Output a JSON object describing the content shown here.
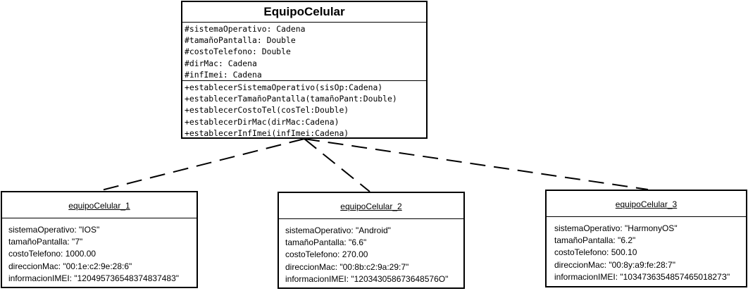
{
  "class": {
    "name": "EquipoCelular",
    "attributes": [
      "#sistemaOperativo: Cadena",
      "#tamañoPantalla: Double",
      "#costoTelefono: Double",
      "#dirMac: Cadena",
      "#infImei: Cadena"
    ],
    "methods": [
      "+establecerSistemaOperativo(sisOp:Cadena)",
      "+establecerTamañoPantalla(tamañoPant:Double)",
      "+establecerCostoTel(cosTel:Double)",
      "+establecerDirMac(dirMac:Cadena)",
      "+establecerInfImei(infImei:Cadena)"
    ]
  },
  "objects": [
    {
      "name": "equipoCelular_1",
      "fields": [
        "sistemaOperativo: \"IOS\"",
        "tamañoPantalla: \"7\"",
        "costoTelefono: 1000.00",
        "direccionMac: \"00:1e:c2:9e:28:6\"",
        "informacionIMEI: \"120495736548374837483\""
      ]
    },
    {
      "name": "equipoCelular_2",
      "fields": [
        "sistemaOperativo: \"Android\"",
        "tamañoPantalla: \"6.6\"",
        "costoTelefono: 270.00",
        "direccionMac: \"00:8b:c2:9a:29:7\"",
        "informacionIMEI: \"120343058673648576O\""
      ]
    },
    {
      "name": "equipoCelular_3",
      "fields": [
        "sistemaOperativo: \"HarmonyOS\"",
        "tamañoPantalla: \"6.2\"",
        "costoTelefono: 500.10",
        "direccionMac: \"00:8y:a9:fe:28:7\"",
        "informacionIMEI: \"103473635485746501827З\""
      ]
    }
  ]
}
